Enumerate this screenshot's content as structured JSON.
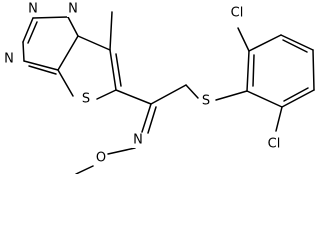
{
  "molecule": {
    "atom_labels": {
      "n_top_left": "N",
      "n_ring_top": "N",
      "n_ring_left": "N",
      "s_thiazole": "S",
      "s_thioether": "S",
      "n_oxime": "N",
      "o_oxime": "O",
      "cl_top": "Cl",
      "cl_bottom": "Cl"
    }
  }
}
